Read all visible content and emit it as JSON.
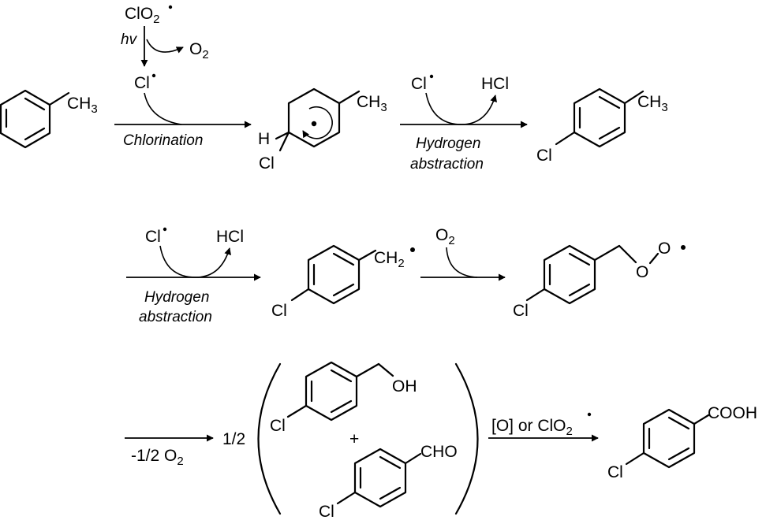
{
  "row1": {
    "toluene_group": "CH3",
    "photolysis": {
      "reagent": "ClO2",
      "light": "hv",
      "by_product": "O2",
      "radical": "Cl"
    },
    "step1_label": "Chlorination",
    "adduct": {
      "group": "CH3",
      "h": "H",
      "cl": "Cl"
    },
    "step2": {
      "reagent": "Cl",
      "product": "HCl",
      "label_line1": "Hydrogen",
      "label_line2": "abstraction"
    },
    "product": {
      "group": "CH3",
      "cl": "Cl"
    }
  },
  "row2": {
    "step3": {
      "reagent": "Cl",
      "product": "HCl",
      "label_line1": "Hydrogen",
      "label_line2": "abstraction"
    },
    "benzyl": {
      "group": "CH2",
      "cl": "Cl"
    },
    "step4_reagent": "O2",
    "peroxy": {
      "o1": "O",
      "o2": "O",
      "cl": "Cl"
    }
  },
  "row3": {
    "step5_label": "-1/2 O2",
    "coefficient": "1/2",
    "alcohol": {
      "group": "OH",
      "cl": "Cl"
    },
    "plus": "+",
    "aldehyde": {
      "group": "CHO",
      "cl": "Cl"
    },
    "step6_label": "[O] or ClO2",
    "acid": {
      "group": "COOH",
      "cl": "Cl"
    }
  }
}
